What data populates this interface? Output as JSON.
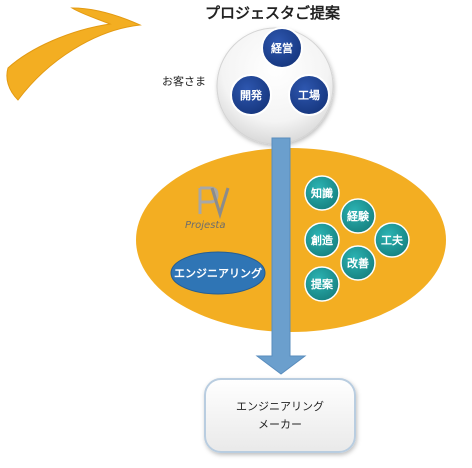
{
  "title": "プロジェスタご提案",
  "customer": {
    "label": "お客さま",
    "nodes": [
      "経営",
      "開発",
      "工場"
    ]
  },
  "projesta": {
    "logo_text": "Projesta",
    "engineering_label": "エンジニアリング",
    "skills": [
      "知識",
      "経験",
      "創造",
      "工夫",
      "改善",
      "提案"
    ]
  },
  "maker": {
    "line1": "エンジニアリング",
    "line2": "メーカー"
  },
  "colors": {
    "orange": "#f3ae22",
    "navy": "#1a3f8f",
    "teal": "#1f9b9b",
    "arrow": "#6b9fcd",
    "ellipse_blue": "#2f75b5"
  }
}
